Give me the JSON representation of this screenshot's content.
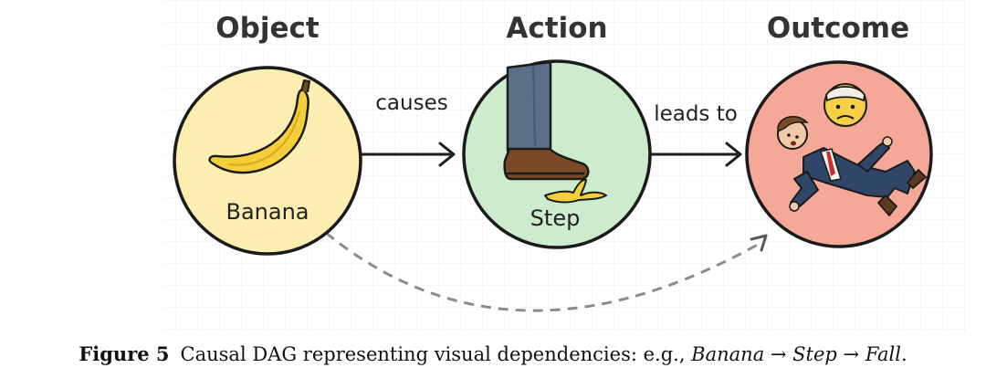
{
  "headings": {
    "object": "Object",
    "action": "Action",
    "outcome": "Outcome"
  },
  "edges": {
    "causes": "causes",
    "leads_to": "leads to"
  },
  "nodes": {
    "banana": "Banana",
    "step": "Step"
  },
  "caption": {
    "label": "Figure 5",
    "text": "Causal DAG representing visual dependencies: e.g., ",
    "chain_a": "Banana",
    "arrow_1": " → ",
    "chain_b": "Step",
    "arrow_2": " → ",
    "chain_c": "Fall",
    "end": "."
  },
  "colors": {
    "object_fill": "#fbeeb0",
    "action_fill": "#cdeccd",
    "outcome_fill": "#f6a898",
    "banana": "#f5cf3a",
    "shoe": "#7a4a26",
    "suit": "#2f4668",
    "trouser": "#5b6f86",
    "dashed_edge": "#8c8c8c"
  }
}
